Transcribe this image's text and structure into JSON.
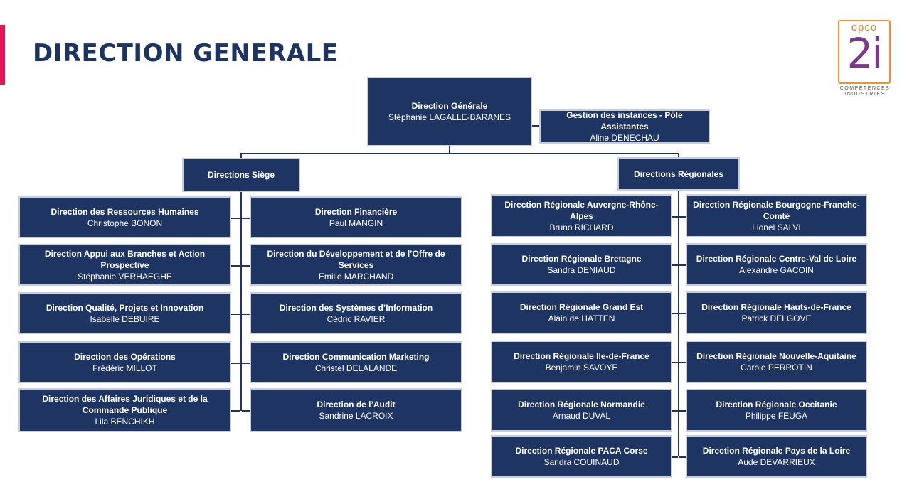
{
  "page_title": "DIRECTION GENERALE",
  "logo": {
    "top": "opco",
    "main": "2i",
    "sub1": "COMPÉTENCES",
    "sub2": "INDUSTRIES"
  },
  "colors": {
    "box": "#1e3462",
    "accent": "#e0155a",
    "title": "#1d3461",
    "logo_orange": "#f09232",
    "logo_purple": "#7b3a8c"
  },
  "top": {
    "dg": {
      "title": "Direction Générale",
      "name": "Stéphanie LAGALLE-BARANES"
    },
    "assist": {
      "title": "Gestion des instances - Pôle Assistantes",
      "name": "Aline DENECHAU"
    }
  },
  "siege": {
    "header": "Directions Siège",
    "left": [
      {
        "title": "Direction des Ressources Humaines",
        "name": "Christophe BONON"
      },
      {
        "title": "Direction Appui aux Branches et Action Prospective",
        "name": "Stéphanie VERHAEGHE"
      },
      {
        "title": "Direction Qualité, Projets et Innovation",
        "name": "Isabelle DEBUIRE"
      },
      {
        "title": "Direction des Opérations",
        "name": "Frédéric MILLOT"
      },
      {
        "title": "Direction des Affaires Juridiques et de la Commande Publique",
        "name": "Lila BENCHIKH"
      }
    ],
    "right": [
      {
        "title": "Direction Financière",
        "name": "Paul MANGIN"
      },
      {
        "title": "Direction du Développement et de l’Offre de Services",
        "name": "Emilie MARCHAND"
      },
      {
        "title": "Direction des Systèmes d’Information",
        "name": "Cédric RAVIER"
      },
      {
        "title": "Direction Communication Marketing",
        "name": "Christel DELALANDE"
      },
      {
        "title": "Direction de l’Audit",
        "name": "Sandrine LACROIX"
      }
    ]
  },
  "regionales": {
    "header": "Directions Régionales",
    "left": [
      {
        "title": "Direction Régionale Auvergne-Rhône-Alpes",
        "name": "Bruno RICHARD"
      },
      {
        "title": "Direction Régionale Bretagne",
        "name": "Sandra DENIAUD"
      },
      {
        "title": "Direction Régionale Grand Est",
        "name": "Alain de HATTEN"
      },
      {
        "title": "Direction Régionale Ile-de-France",
        "name": "Benjamin SAVOYE"
      },
      {
        "title": "Direction Régionale Normandie",
        "name": "Arnaud DUVAL"
      },
      {
        "title": "Direction Régionale PACA Corse",
        "name": "Sandra COUINAUD"
      }
    ],
    "right": [
      {
        "title": "Direction Régionale Bourgogne-Franche-Comté",
        "name": "Lionel SALVI"
      },
      {
        "title": "Direction Régionale Centre-Val de Loire",
        "name": "Alexandre GACOIN"
      },
      {
        "title": "Direction Régionale Hauts-de-France",
        "name": "Patrick DELGOVE"
      },
      {
        "title": "Direction Régionale Nouvelle-Aquitaine",
        "name": "Carole PERROTIN"
      },
      {
        "title": "Direction Régionale Occitanie",
        "name": "Philippe FEUGA"
      },
      {
        "title": "Direction Régionale Pays de la Loire",
        "name": "Aude DEVARRIEUX"
      }
    ]
  }
}
